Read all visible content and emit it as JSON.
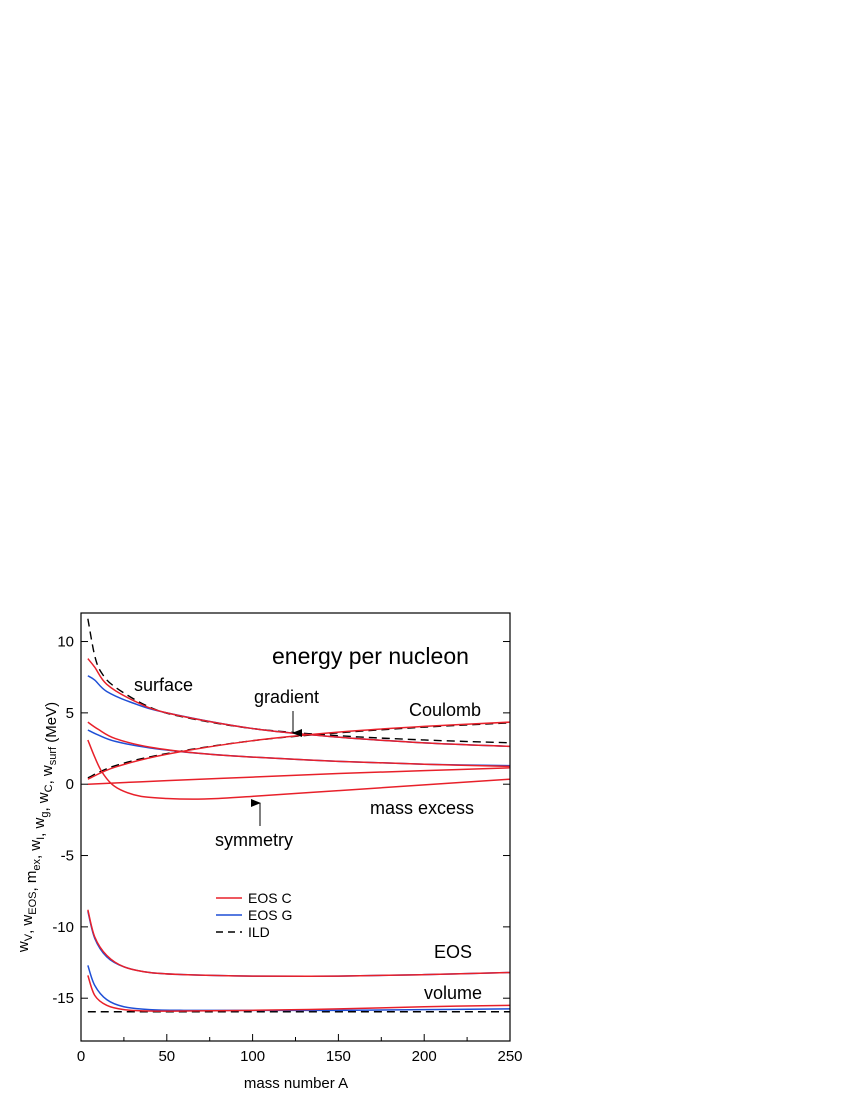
{
  "chart_data": {
    "type": "line",
    "title": "energy per nucleon",
    "xlabel": "mass number A",
    "ylabel_parts": [
      {
        "t": "w",
        "s": "V"
      },
      {
        "t": ", w",
        "s": "EOS"
      },
      {
        "t": ", m",
        "s": "ex"
      },
      {
        "t": ", w",
        "s": "I"
      },
      {
        "t": ", w",
        "s": "g"
      },
      {
        "t": ", w",
        "s": "C"
      },
      {
        "t": ", w",
        "s": "surf"
      },
      {
        "t": " (MeV)",
        "s": ""
      }
    ],
    "xlim": [
      0,
      250
    ],
    "ylim": [
      -18,
      12
    ],
    "xticks": [
      0,
      50,
      100,
      150,
      200,
      250
    ],
    "yticks": [
      10,
      5,
      0,
      -5,
      -10,
      -15
    ],
    "colors": {
      "EOS C": "#e8202a",
      "EOS G": "#1f4fd6",
      "ILD": "#000000"
    },
    "legend": [
      {
        "name": "EOS C",
        "color": "#e8202a",
        "style": "solid"
      },
      {
        "name": "EOS G",
        "color": "#1f4fd6",
        "style": "solid"
      },
      {
        "name": "ILD",
        "color": "#000000",
        "style": "dashed"
      }
    ],
    "annotations": [
      {
        "text": "surface"
      },
      {
        "text": "gradient"
      },
      {
        "text": "Coulomb"
      },
      {
        "text": "mass excess"
      },
      {
        "text": "symmetry"
      },
      {
        "text": "EOS"
      },
      {
        "text": "volume"
      }
    ],
    "series": [
      {
        "curve": "surface",
        "color": "EOS C",
        "style": "solid",
        "x": [
          4,
          8,
          15,
          30,
          50,
          100,
          150,
          200,
          250
        ],
        "y": [
          8.8,
          8.2,
          7.0,
          5.9,
          5.0,
          3.9,
          3.3,
          2.9,
          2.65
        ]
      },
      {
        "curve": "surface",
        "color": "EOS G",
        "style": "solid",
        "x": [
          4,
          8,
          15,
          30,
          50,
          100,
          150,
          200,
          250
        ],
        "y": [
          7.6,
          7.3,
          6.5,
          5.7,
          5.0,
          3.9,
          3.3,
          2.9,
          2.65
        ]
      },
      {
        "curve": "surface",
        "color": "ILD",
        "style": "dashed",
        "x": [
          4,
          8,
          12,
          20,
          40,
          60,
          100,
          150,
          200,
          250
        ],
        "y": [
          11.6,
          9.0,
          7.8,
          6.8,
          5.4,
          4.7,
          3.9,
          3.4,
          3.1,
          2.9
        ]
      },
      {
        "curve": "gradient",
        "color": "EOS C",
        "style": "solid",
        "x": [
          4,
          10,
          20,
          40,
          70,
          100,
          150,
          200,
          250
        ],
        "y": [
          4.35,
          3.85,
          3.2,
          2.6,
          2.15,
          1.9,
          1.6,
          1.4,
          1.25
        ]
      },
      {
        "curve": "gradient",
        "color": "EOS G",
        "style": "solid",
        "x": [
          4,
          10,
          20,
          40,
          70,
          100,
          150,
          200,
          250
        ],
        "y": [
          3.8,
          3.45,
          3.0,
          2.55,
          2.15,
          1.9,
          1.6,
          1.4,
          1.3
        ]
      },
      {
        "curve": "Coulomb",
        "color": "EOS C",
        "style": "solid",
        "x": [
          4,
          20,
          50,
          100,
          150,
          200,
          250
        ],
        "y": [
          0.35,
          1.2,
          2.1,
          3.05,
          3.65,
          4.05,
          4.35
        ]
      },
      {
        "curve": "Coulomb",
        "color": "ILD",
        "style": "dashed",
        "x": [
          4,
          20,
          50,
          100,
          150,
          200,
          250
        ],
        "y": [
          0.45,
          1.3,
          2.15,
          3.05,
          3.6,
          4.0,
          4.3
        ]
      },
      {
        "curve": "symmetry",
        "color": "EOS C",
        "style": "solid",
        "x": [
          4,
          50,
          100,
          150,
          200,
          250
        ],
        "y": [
          0.0,
          0.25,
          0.5,
          0.75,
          0.95,
          1.15
        ]
      },
      {
        "curve": "mass excess",
        "color": "EOS C",
        "style": "solid",
        "x": [
          4,
          8,
          12,
          18,
          25,
          35,
          50,
          65,
          80,
          100,
          150,
          200,
          250
        ],
        "y": [
          3.1,
          1.9,
          0.9,
          0.0,
          -0.5,
          -0.85,
          -1.0,
          -1.05,
          -1.0,
          -0.85,
          -0.45,
          -0.05,
          0.35
        ]
      },
      {
        "curve": "EOS",
        "color": "EOS C",
        "style": "solid",
        "x": [
          4,
          8,
          15,
          25,
          40,
          60,
          100,
          150,
          200,
          250
        ],
        "y": [
          -8.8,
          -10.7,
          -12.0,
          -12.8,
          -13.2,
          -13.35,
          -13.45,
          -13.45,
          -13.35,
          -13.2
        ]
      },
      {
        "curve": "EOS",
        "color": "EOS G",
        "style": "solid",
        "x": [
          4,
          8,
          15,
          25,
          40,
          60,
          100,
          150,
          200,
          250
        ],
        "y": [
          -8.9,
          -10.8,
          -12.1,
          -12.8,
          -13.2,
          -13.35,
          -13.45,
          -13.45,
          -13.35,
          -13.2
        ]
      },
      {
        "curve": "volume",
        "color": "EOS C",
        "style": "solid",
        "x": [
          4,
          8,
          15,
          25,
          40,
          60,
          100,
          150,
          200,
          250
        ],
        "y": [
          -13.4,
          -14.8,
          -15.5,
          -15.8,
          -15.9,
          -15.9,
          -15.85,
          -15.75,
          -15.6,
          -15.5
        ]
      },
      {
        "curve": "volume",
        "color": "EOS G",
        "style": "solid",
        "x": [
          4,
          8,
          15,
          25,
          40,
          60,
          100,
          150,
          200,
          250
        ],
        "y": [
          -12.7,
          -14.1,
          -15.1,
          -15.6,
          -15.8,
          -15.85,
          -15.85,
          -15.85,
          -15.8,
          -15.75
        ]
      },
      {
        "curve": "volume",
        "color": "ILD",
        "style": "dashed",
        "x": [
          4,
          250
        ],
        "y": [
          -15.95,
          -15.95
        ]
      }
    ]
  }
}
